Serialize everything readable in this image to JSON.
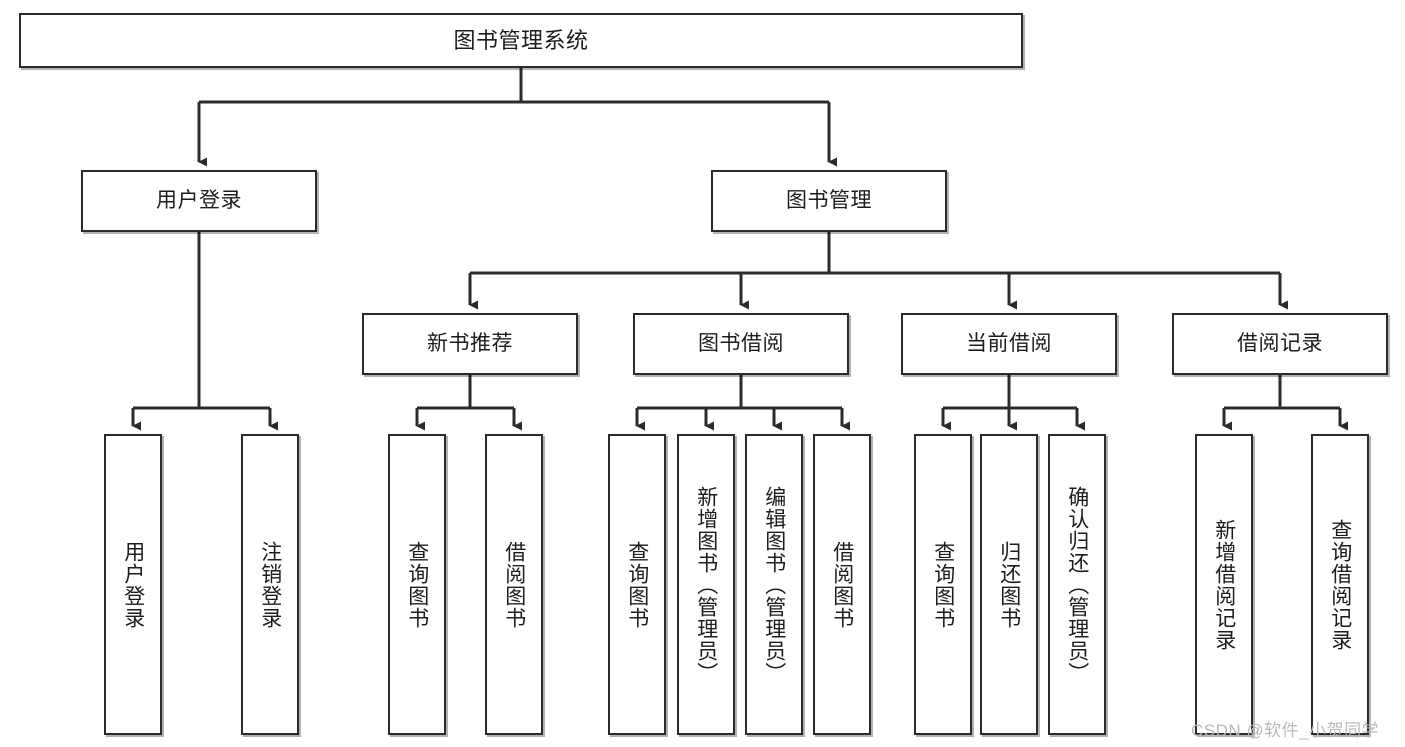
{
  "diagram": {
    "title": "图书管理系统",
    "type": "tree",
    "root": {
      "id": "root",
      "label": "图书管理系统"
    },
    "level2": [
      {
        "id": "user-login",
        "label": "用户登录"
      },
      {
        "id": "book-manage",
        "label": "图书管理"
      }
    ],
    "level3": [
      {
        "id": "new-book-recommend",
        "label": "新书推荐",
        "parent": "book-manage"
      },
      {
        "id": "book-borrow",
        "label": "图书借阅",
        "parent": "book-manage"
      },
      {
        "id": "current-borrow",
        "label": "当前借阅",
        "parent": "book-manage"
      },
      {
        "id": "borrow-record",
        "label": "借阅记录",
        "parent": "book-manage"
      }
    ],
    "leaves": [
      {
        "id": "leaf-user-login",
        "label": "用户登录",
        "parent": "user-login"
      },
      {
        "id": "leaf-logout-login",
        "label": "注销登录",
        "parent": "user-login"
      },
      {
        "id": "leaf-query-book-1",
        "label": "查询图书",
        "parent": "new-book-recommend"
      },
      {
        "id": "leaf-borrow-book-1",
        "label": "借阅图书",
        "parent": "new-book-recommend"
      },
      {
        "id": "leaf-query-book-2",
        "label": "查询图书",
        "parent": "book-borrow"
      },
      {
        "id": "leaf-add-book",
        "label": "新增图书（管理员）",
        "parent": "book-borrow"
      },
      {
        "id": "leaf-edit-book",
        "label": "编辑图书（管理员）",
        "parent": "book-borrow"
      },
      {
        "id": "leaf-borrow-book-2",
        "label": "借阅图书",
        "parent": "book-borrow"
      },
      {
        "id": "leaf-query-book-3",
        "label": "查询图书",
        "parent": "current-borrow"
      },
      {
        "id": "leaf-return-book",
        "label": "归还图书",
        "parent": "current-borrow"
      },
      {
        "id": "leaf-confirm-return",
        "label": "确认归还（管理员）",
        "parent": "current-borrow"
      },
      {
        "id": "leaf-add-record",
        "label": "新增借阅记录",
        "parent": "borrow-record"
      },
      {
        "id": "leaf-query-record",
        "label": "查询借阅记录",
        "parent": "borrow-record"
      }
    ]
  },
  "watermark": {
    "text": "CSDN @软件_小贺同学"
  },
  "colors": {
    "border": "#2b2b2b",
    "text": "#1d1d1d",
    "background": "#ffffff",
    "connector": "#2b2b2b",
    "watermark": "#b9b9b9"
  }
}
